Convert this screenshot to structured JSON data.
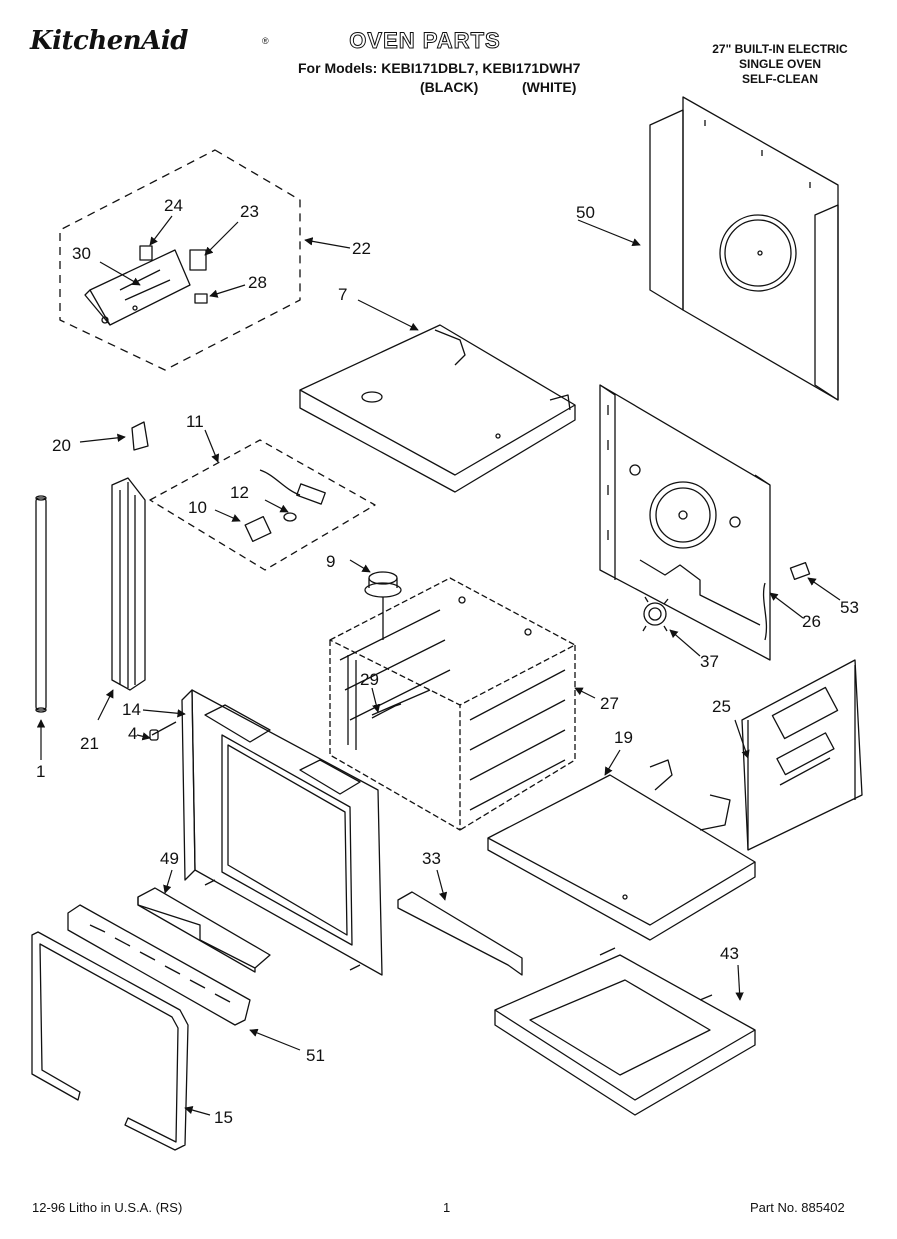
{
  "header": {
    "brand": "KitchenAid",
    "brand_mark": "®",
    "title": "OVEN PARTS",
    "models_line": "For Models: KEBI171DBL7, KEBI171DWH7",
    "variant_black": "(BLACK)",
    "variant_white": "(WHITE)",
    "spec_line_1": "27\" BUILT-IN ELECTRIC",
    "spec_line_2": "SINGLE OVEN",
    "spec_line_3": "SELF-CLEAN"
  },
  "callouts": [
    "1",
    "4",
    "7",
    "9",
    "10",
    "11",
    "12",
    "14",
    "15",
    "19",
    "20",
    "21",
    "22",
    "23",
    "24",
    "25",
    "26",
    "27",
    "28",
    "29",
    "30",
    "33",
    "37",
    "43",
    "49",
    "50",
    "51",
    "53"
  ],
  "footer": {
    "litho": "12-96 Litho in U.S.A. (RS)",
    "page_number": "1",
    "part_number": "Part No. 885402"
  },
  "colors": {
    "ink": "#111111",
    "paper": "#ffffff"
  }
}
